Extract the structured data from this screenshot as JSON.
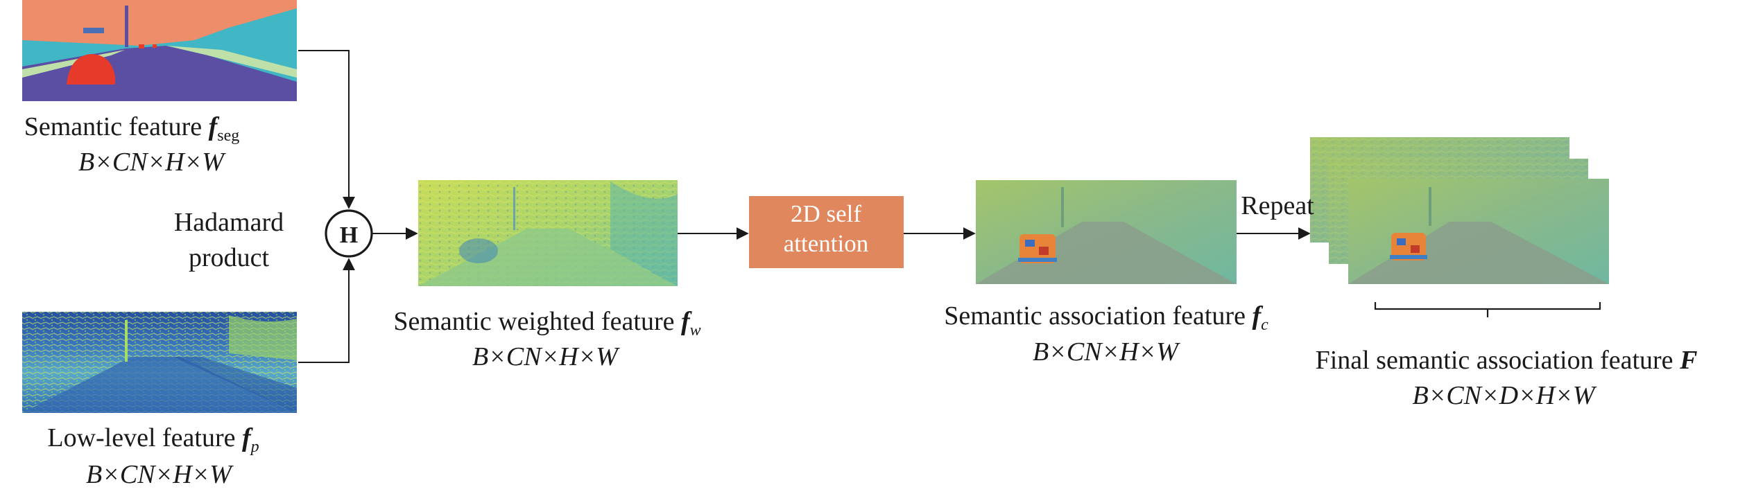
{
  "colors": {
    "attention_box": "#e0875e",
    "line": "#1a1a1a",
    "seg_sky": "#ee8d6a",
    "seg_road": "#5a4fa3",
    "seg_side": "#41b6c4",
    "seg_car": "#e63a2a",
    "lowlevel_base": "#2f63b0",
    "weighted_base": "#b5d652",
    "assoc_base": "#8fb987"
  },
  "nodes": {
    "seg": {
      "label_main": "Semantic feature ",
      "sym": "f",
      "sub": "seg",
      "dims": "B×CN×H×W"
    },
    "low": {
      "label_main": "Low-level feature ",
      "sym": "f",
      "sub": "p",
      "dims": "B×CN×H×W"
    },
    "hadamard": {
      "symbol": "H",
      "label_line1": "Hadamard",
      "label_line2": "product"
    },
    "weighted": {
      "label_main": "Semantic weighted feature ",
      "sym": "f",
      "sub": "w",
      "dims": "B×CN×H×W"
    },
    "attention": {
      "line1": "2D self",
      "line2": "attention"
    },
    "assoc": {
      "label_main": "Semantic association feature ",
      "sym": "f",
      "sub": "c",
      "dims": "B×CN×H×W"
    },
    "repeat": {
      "label": "Repeat"
    },
    "final": {
      "label_main": "Final semantic association feature ",
      "sym": "F",
      "dims": "B×CN×D×H×W"
    }
  }
}
